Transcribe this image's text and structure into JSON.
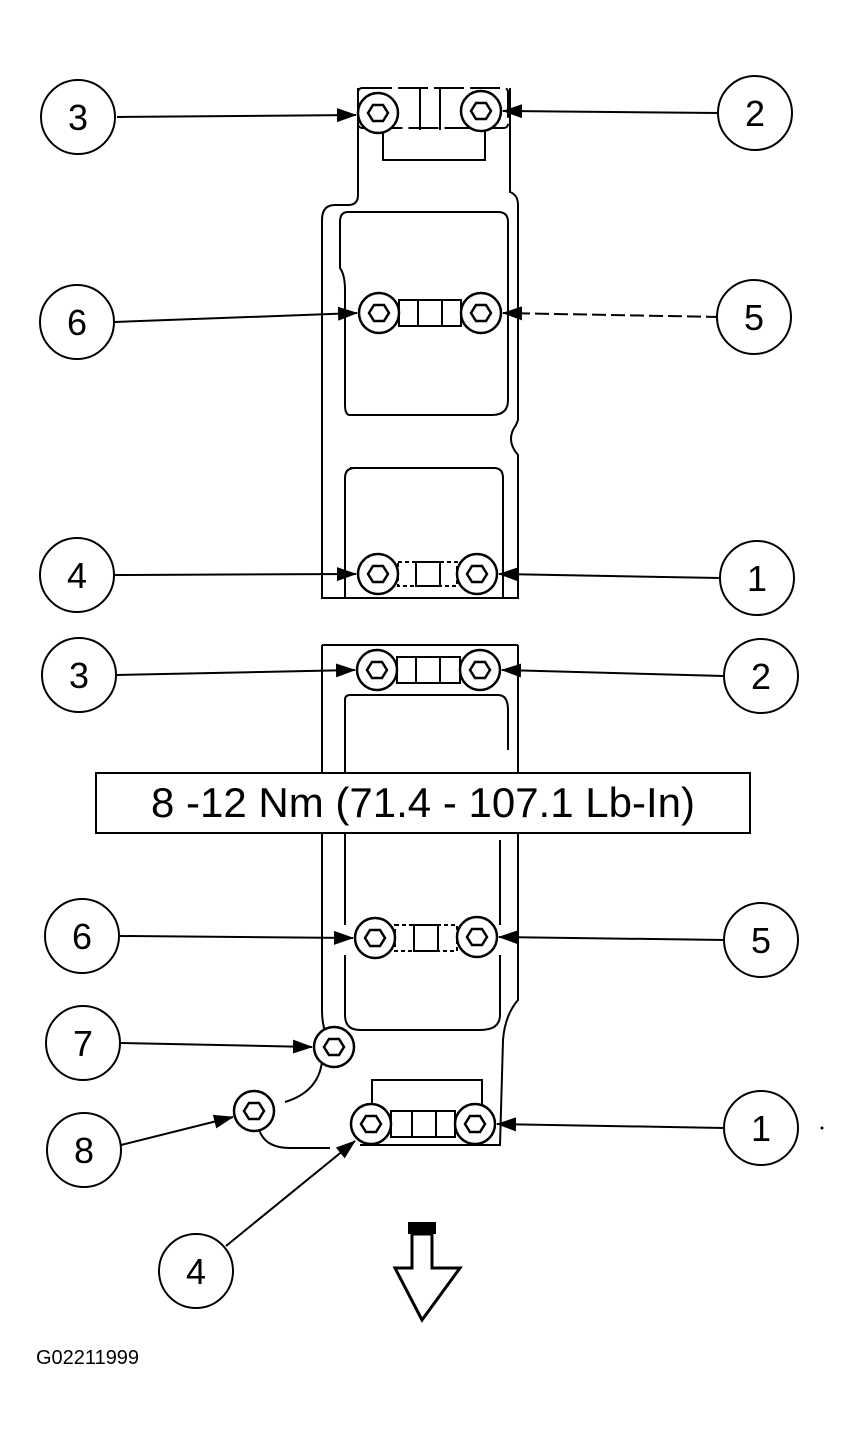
{
  "torque_spec": "8 -12 Nm (71.4 - 107.1 Lb-In)",
  "figure_id": "G02211999",
  "upper_labels": [
    "3",
    "2",
    "6",
    "5",
    "4",
    "1"
  ],
  "lower_labels": [
    "3",
    "2",
    "6",
    "5",
    "7",
    "8",
    "4",
    "1"
  ],
  "direction_icon": "down-arrow-icon"
}
